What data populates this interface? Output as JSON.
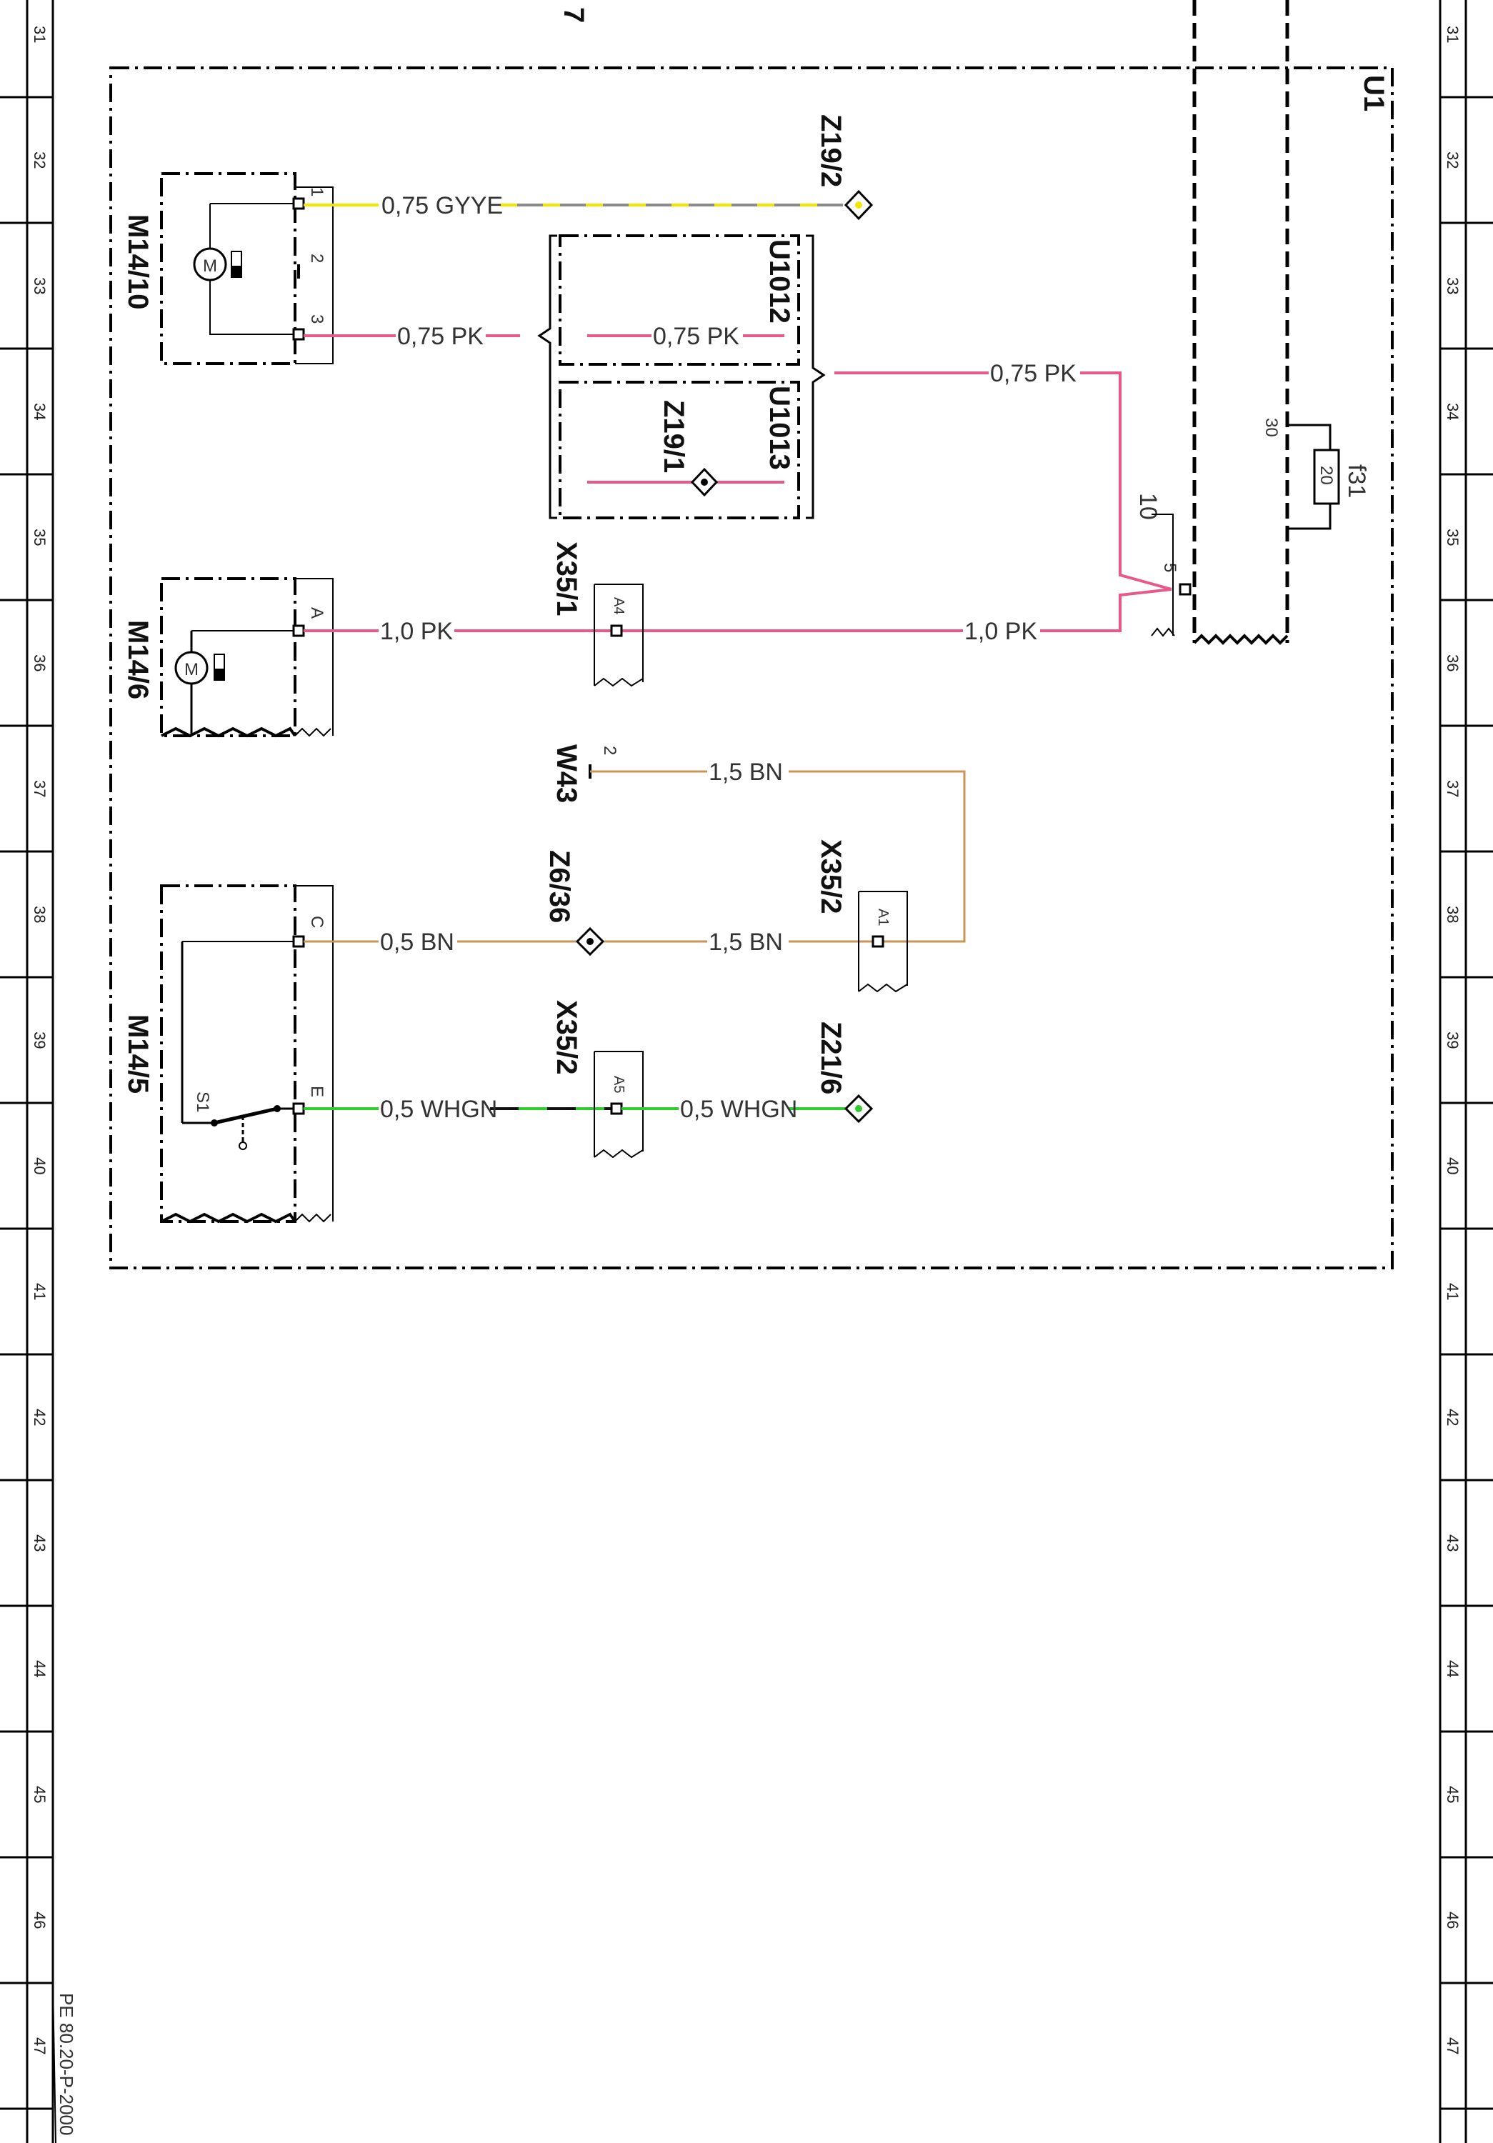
{
  "ruler": {
    "numbers": [
      "31",
      "32",
      "33",
      "34",
      "35",
      "36",
      "37",
      "38",
      "39",
      "40",
      "41",
      "42",
      "43",
      "44",
      "45",
      "46",
      "47"
    ]
  },
  "document_code": "PE 80.20-P-2000",
  "top_fragment": "7",
  "enclosure_label": "U1",
  "components": {
    "m14_10": "M14/10",
    "m14_6": "M14/6",
    "m14_5": "M14/5",
    "u1012": "U1012",
    "u1013": "U1013",
    "z19_2": "Z19/2",
    "z19_1": "Z19/1",
    "x35_1": "X35/1",
    "x35_2_top": "X35/2",
    "x35_2_bottom": "X35/2",
    "w43": "W43",
    "z6_36": "Z6/36",
    "z21_6": "Z21/6",
    "f31": "f31",
    "s1": "S1"
  },
  "pins": {
    "m14_10_1": "1",
    "m14_10_2": "2",
    "m14_10_3": "3",
    "m14_6_a": "A",
    "m14_5_c": "C",
    "m14_5_e": "E",
    "x35_1_a4": "A4",
    "x35_2_a1": "A1",
    "x35_2_a5": "A5",
    "w43_2": "2",
    "u1_5": "5",
    "u1_10": "10",
    "f31_30": "30",
    "f31_rating": "20"
  },
  "wires": {
    "gyye": "0,75 GYYE",
    "pk075_a": "0,75 PK",
    "pk075_b": "0,75 PK",
    "pk075_c": "0,75 PK",
    "pk10_a": "1,0 PK",
    "pk10_b": "1,0 PK",
    "bn15_w43": "1,5 BN",
    "bn05": "0,5 BN",
    "bn15_x35": "1,5 BN",
    "whgn_a": "0,5 WHGN",
    "whgn_b": "0,5 WHGN"
  },
  "colors": {
    "pink": "#e8588a",
    "yellow": "#f2e600",
    "gray": "#8a8a8a",
    "brown": "#c8955a",
    "green": "#2ecc2e"
  }
}
